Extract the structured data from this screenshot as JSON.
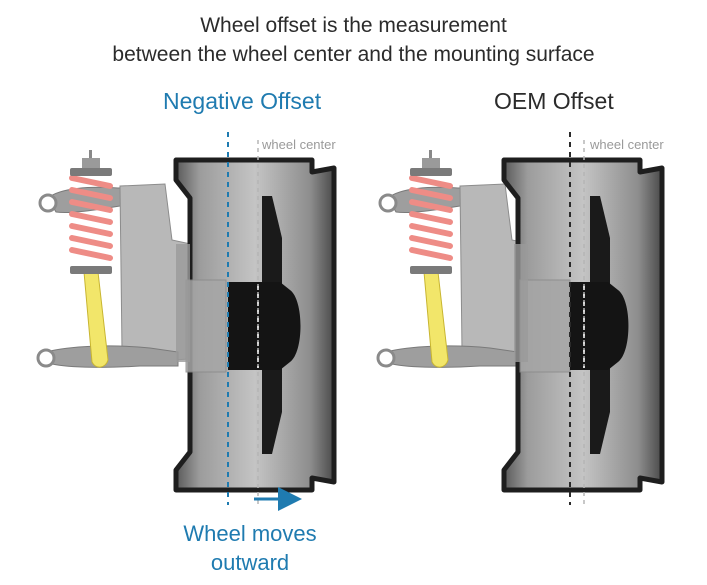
{
  "heading": {
    "line1": "Wheel offset is the measurement",
    "line2": "between the wheel center and the mounting surface"
  },
  "panels": [
    {
      "title": "Negative Offset",
      "center_label": "wheel center",
      "color": "#1f7bb0"
    },
    {
      "title": "OEM Offset",
      "center_label": "wheel center",
      "color": "#2b2b2b"
    }
  ],
  "caption": {
    "line1": "Wheel moves",
    "line2": "outward"
  },
  "colors": {
    "accent": "#1f7bb0",
    "spring": "#ee8c86",
    "strut": "#f2e66a",
    "rim": "#3a3a3a"
  }
}
